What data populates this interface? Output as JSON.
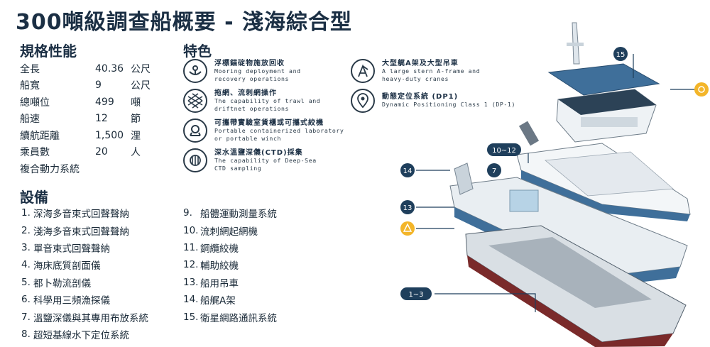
{
  "title": "300噸級調查船概要 - 淺海綜合型",
  "specs": {
    "heading": "規格性能",
    "rows": [
      {
        "label": "全長",
        "value": "40.36",
        "unit": "公尺"
      },
      {
        "label": "船寬",
        "value": "9",
        "unit": "公尺"
      },
      {
        "label": "總噸位",
        "value": "499",
        "unit": "噸"
      },
      {
        "label": "船速",
        "value": "12",
        "unit": "節"
      },
      {
        "label": "續航距離",
        "value": "1,500",
        "unit": "浬"
      },
      {
        "label": "乘員數",
        "value": "20",
        "unit": "人"
      },
      {
        "label": "複合動力系統",
        "value": "",
        "unit": ""
      }
    ]
  },
  "features": {
    "heading": "特色",
    "items": [
      {
        "icon": "anchor-buoy-icon",
        "zh": "浮標錨碇物施放回收",
        "en1": "Mooring deployment and",
        "en2": "recovery operations"
      },
      {
        "icon": "net-icon",
        "zh": "拖網、流刺網操作",
        "en1": "The capability of trawl and",
        "en2": "driftnet operations"
      },
      {
        "icon": "winch-icon",
        "zh": "可攜帶實驗室貨櫃或可攜式絞機",
        "en1": "Portable containerized laboratory",
        "en2": "or portable winch"
      },
      {
        "icon": "ctd-icon",
        "zh": "深水溫鹽深儀(CTD)採集",
        "en1": "The capability of Deep-Sea",
        "en2": "CTD sampling"
      },
      {
        "icon": "crane-icon",
        "zh": "大型艉A架及大型吊車",
        "en1": "A large stern A-frame and",
        "en2": "heavy-duty cranes"
      },
      {
        "icon": "location-pin-icon",
        "zh": "動態定位系統 (DP1)",
        "en1": "Dynamic Positioning Class 1 (DP-1)",
        "en2": ""
      }
    ]
  },
  "equipment": {
    "heading": "設備",
    "col1": [
      {
        "n": "1.",
        "label": "深海多音束式回聲聲納"
      },
      {
        "n": "2.",
        "label": "淺海多音束式回聲聲納"
      },
      {
        "n": "3.",
        "label": "單音束式回聲聲納"
      },
      {
        "n": "4.",
        "label": "海床底質剖面儀"
      },
      {
        "n": "5.",
        "label": "都卜勒流剖儀"
      },
      {
        "n": "6.",
        "label": "科學用三頻漁探儀"
      },
      {
        "n": "7.",
        "label": "溫鹽深儀與其專用布放系統"
      },
      {
        "n": "8.",
        "label": "超短基線水下定位系統"
      }
    ],
    "col2": [
      {
        "n": "9.",
        "label": "船體運動測量系統"
      },
      {
        "n": "10.",
        "label": "流刺網起網機"
      },
      {
        "n": "11.",
        "label": "鋼纜絞機"
      },
      {
        "n": "12.",
        "label": "輔助絞機"
      },
      {
        "n": "13.",
        "label": "船用吊車"
      },
      {
        "n": "14.",
        "label": "船艉A架"
      },
      {
        "n": "15.",
        "label": "衛星網路通訊系統"
      }
    ]
  },
  "diagram": {
    "badges": {
      "b15": "15",
      "b10_12": "10~12",
      "b14": "14",
      "b7": "7",
      "b13": "13",
      "b1_3": "1~3"
    },
    "colors": {
      "badge": "#1f3f5c",
      "accent": "#f3b529",
      "hull_blue": "#3f6f9a",
      "hull_red": "#7a2a2a"
    }
  }
}
